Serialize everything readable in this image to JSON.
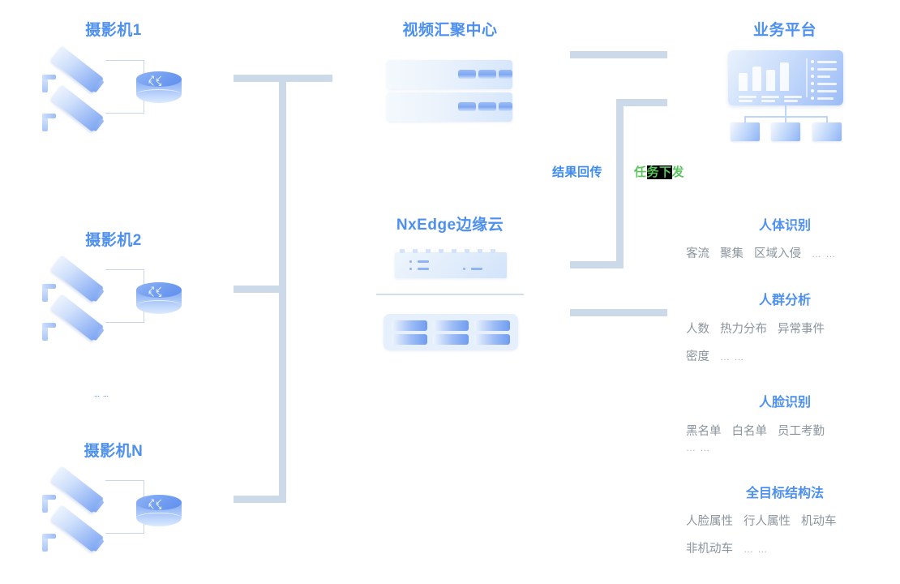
{
  "sections": {
    "camera1": {
      "title": "摄影机1"
    },
    "camera2": {
      "title": "摄影机2"
    },
    "cameraN": {
      "title": "摄影机N"
    },
    "camera_ellipsis": "… …",
    "video_center": {
      "title": "视频汇聚中心"
    },
    "nxedge": {
      "title": "NxEdge边缘云"
    },
    "platform": {
      "title": "业务平台"
    }
  },
  "flows": {
    "result_return": "结果回传",
    "task_dispatch": "任务下发",
    "task_dispatch_parts": {
      "plain_head": "任",
      "highlighted": "务下",
      "plain_tail": "发"
    }
  },
  "capabilities": [
    {
      "title": "人体识别",
      "rows": [
        [
          "客流",
          "聚集",
          "区域入侵",
          "… …"
        ]
      ]
    },
    {
      "title": "人群分析",
      "rows": [
        [
          "人数",
          "热力分布",
          "异常事件"
        ],
        [
          "密度",
          "… …"
        ]
      ]
    },
    {
      "title": "人脸识别",
      "rows": [
        [
          "黑名单",
          "白名单",
          "员工考勤"
        ],
        [
          "… …"
        ]
      ]
    },
    {
      "title": "全目标结构法",
      "rows": [
        [
          "人脸属性",
          "行人属性",
          "机动车"
        ],
        [
          "非机动车",
          "… …"
        ]
      ]
    }
  ],
  "colors": {
    "title_blue": "#4d90f0",
    "body_gray": "#8a949e",
    "bus_gray": "#ccd9e9",
    "flow_blue": "#3d8bf2",
    "flow_green": "#5cc45c",
    "accent_blue": "#7ea7f2"
  }
}
